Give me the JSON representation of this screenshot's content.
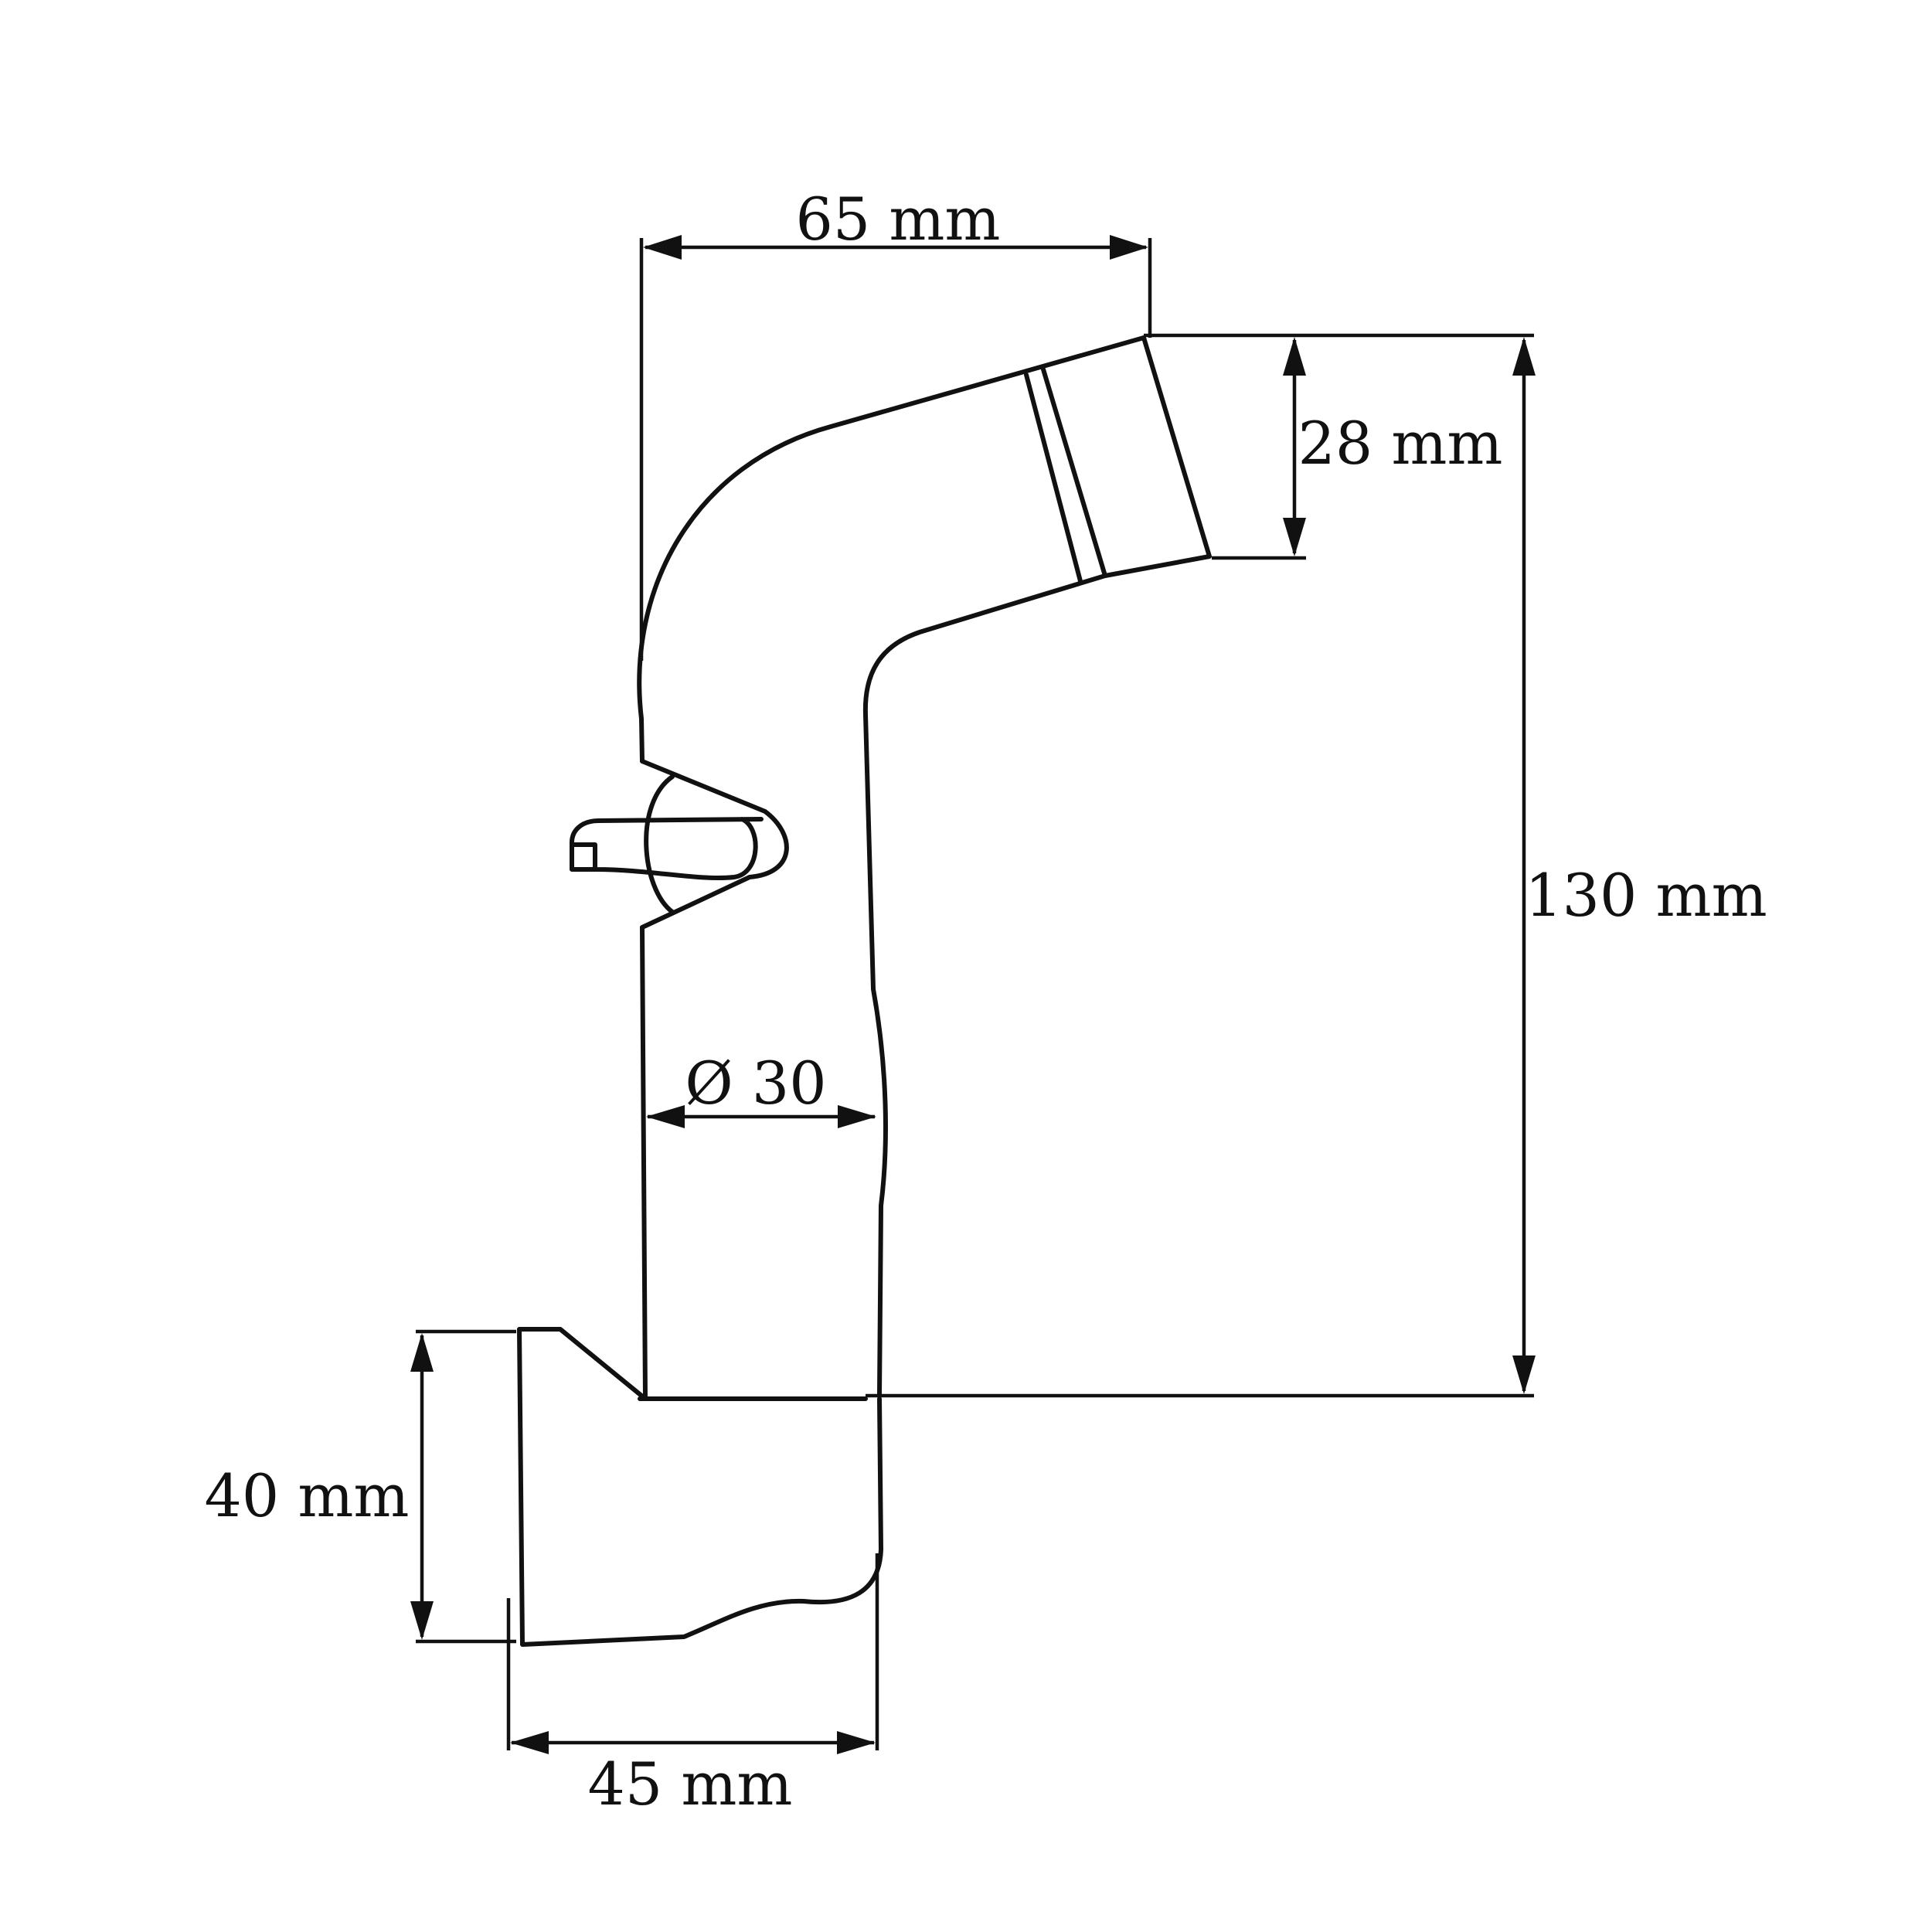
{
  "diagram": {
    "subject": "bidet-sprayer-head-technical-drawing",
    "colors": {
      "line": "#111111",
      "background": "#ffffff"
    },
    "dimensions": {
      "top_width": "65 mm",
      "nozzle_diameter": "28 mm",
      "total_height": "130 mm",
      "handle_diameter": "Ø 30",
      "base_height": "40 mm",
      "base_width": "45 mm"
    }
  }
}
